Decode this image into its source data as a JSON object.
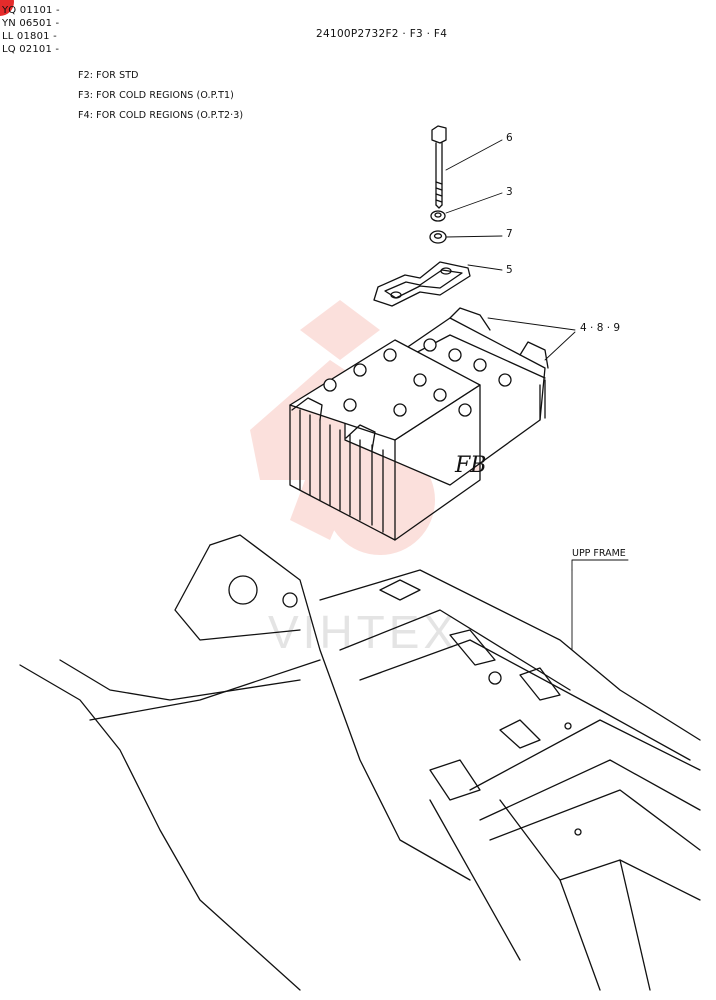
{
  "header": {
    "serials": [
      "YQ 01101 -",
      "YN 06501 -",
      "LL 01801 -",
      "LQ 02101 -"
    ],
    "part_number": "24100P2732F2 · F3 · F4",
    "variants": [
      "F2: FOR STD",
      "F3: FOR COLD REGIONS (O.P.T1)",
      "F4: FOR COLD REGIONS (O.P.T2·3)"
    ]
  },
  "callouts": {
    "bolt": "6",
    "washer": "3",
    "spring_washer": "7",
    "bracket": "5",
    "battery": "4 · 8 · 9",
    "frame": "UPP FRAME"
  },
  "battery_brand": "FB",
  "watermark": {
    "text": "VIHTEX",
    "color": "#e8432c"
  },
  "colors": {
    "corner_mark": "#e52b2b",
    "line": "#111111"
  }
}
